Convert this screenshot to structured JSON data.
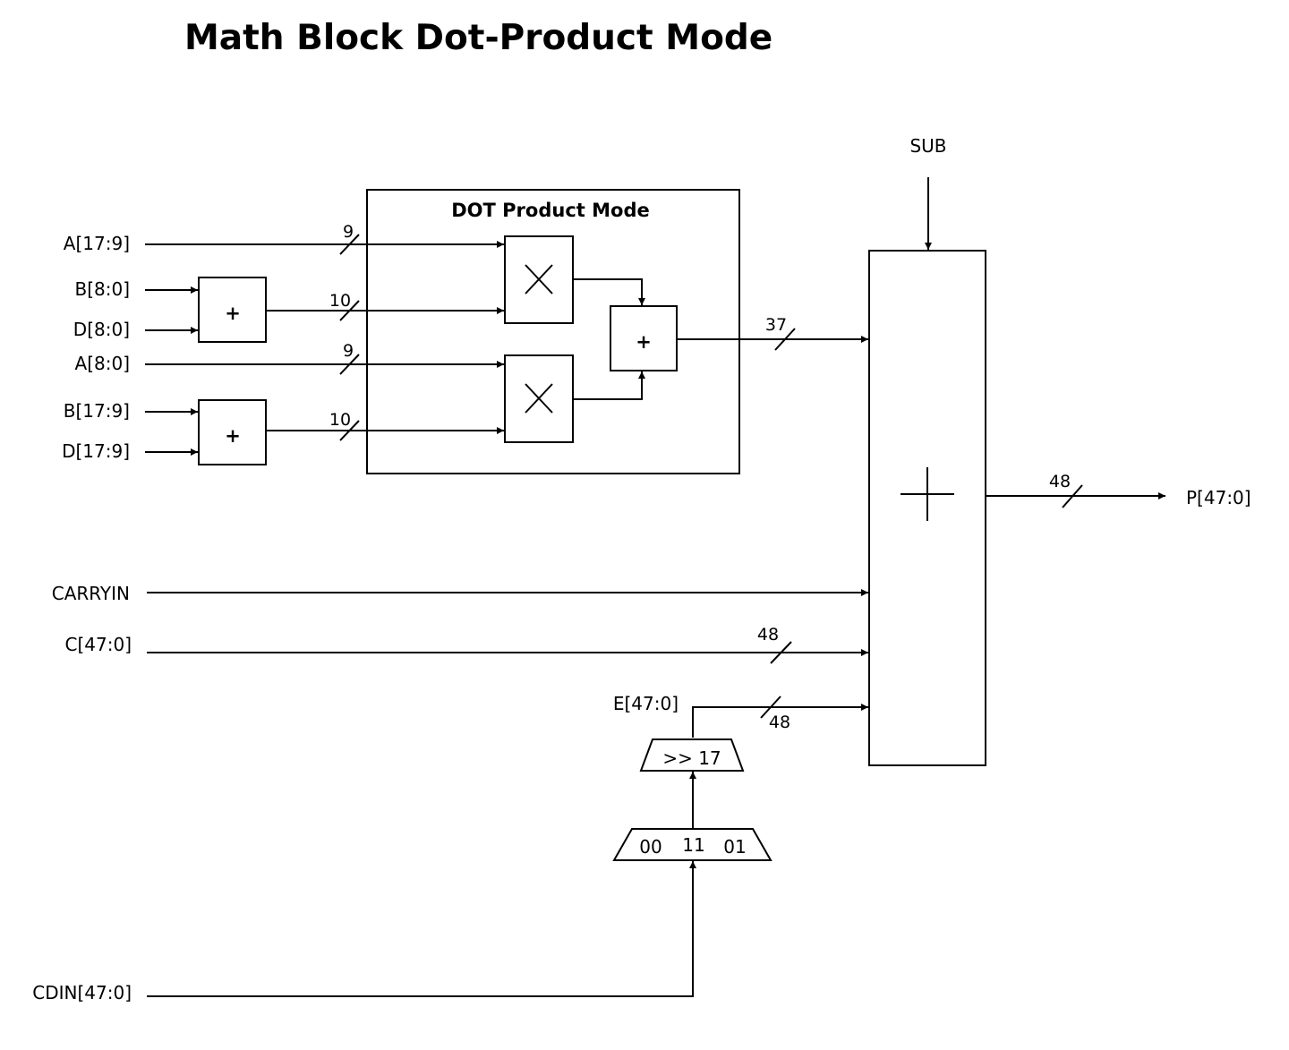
{
  "title": "Math Block Dot-Product Mode",
  "inner_block_label": "DOT Product Mode",
  "inputs": {
    "a_hi": "A[17:9]",
    "b_lo": "B[8:0]",
    "d_lo": "D[8:0]",
    "a_lo": "A[8:0]",
    "b_hi": "B[17:9]",
    "d_hi": "D[17:9]",
    "carryin": "CARRYIN",
    "c": "C[47:0]",
    "e": "E[47:0]",
    "cdin": "CDIN[47:0]",
    "sub": "SUB"
  },
  "output": "P[47:0]",
  "bus_widths": {
    "a_hi": "9",
    "sum_lo": "10",
    "a_lo": "9",
    "sum_hi": "10",
    "dot_out": "37",
    "c": "48",
    "e": "48",
    "p": "48"
  },
  "shifter_label": ">> 17",
  "mux_labels": [
    "00",
    "11",
    "01"
  ],
  "symbols": {
    "plus": "+",
    "times": "×"
  }
}
